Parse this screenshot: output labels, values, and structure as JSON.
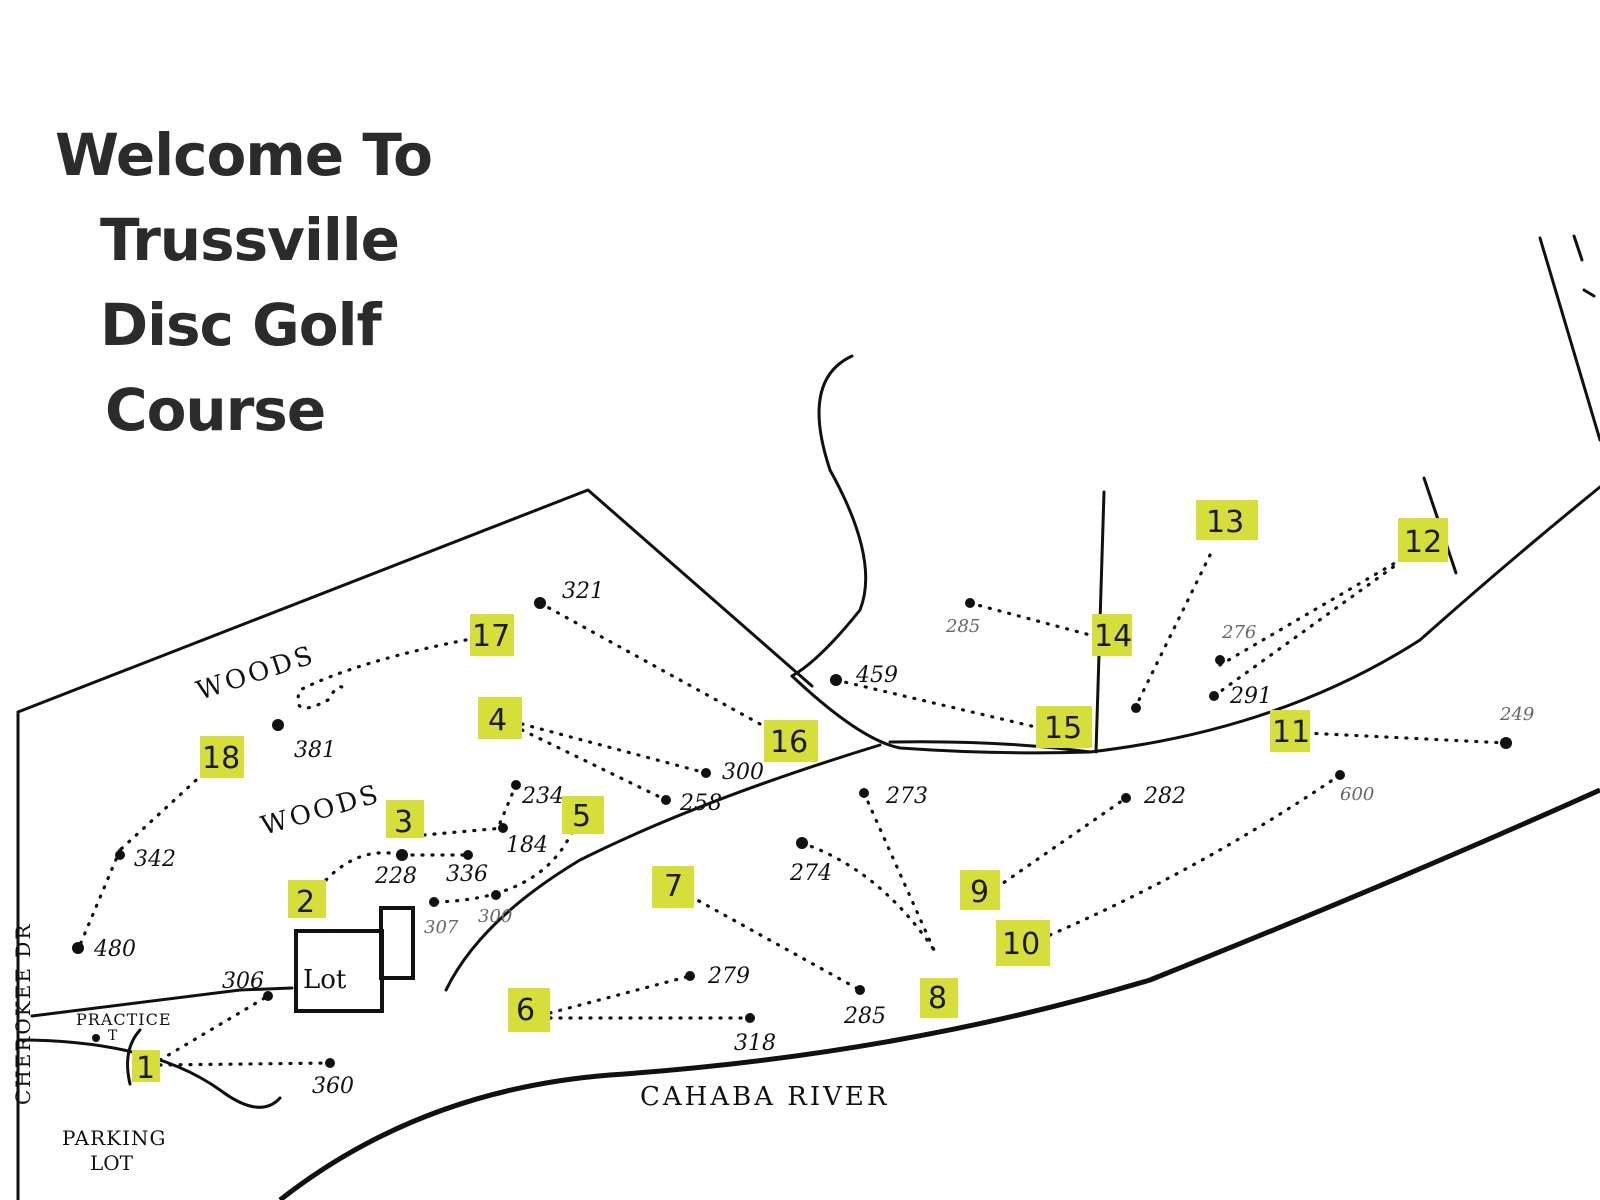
{
  "title": [
    "Welcome To",
    "Trussville",
    "Disc Golf",
    "Course"
  ],
  "labels": {
    "woods_upper": "WOODS",
    "woods_lower": "WOODS",
    "cahaba_river": "CAHABA RIVER",
    "cherokee_dr": "CHEROKEE DR",
    "lot": "Lot",
    "practice": "PRACTICE",
    "practice_t": "T",
    "parking_lot_1": "PARKING",
    "parking_lot_2": "LOT"
  },
  "holes": [
    {
      "number": "1",
      "distances": [
        "306",
        "360"
      ]
    },
    {
      "number": "2",
      "distances": [
        "228"
      ]
    },
    {
      "number": "3",
      "distances": [
        "184"
      ]
    },
    {
      "number": "4",
      "distances": [
        "300"
      ]
    },
    {
      "number": "5",
      "distances": [
        "234"
      ]
    },
    {
      "number": "6",
      "distances": [
        "279",
        "318"
      ]
    },
    {
      "number": "7",
      "distances": [
        "285"
      ]
    },
    {
      "number": "8",
      "distances": [
        "273",
        "274"
      ]
    },
    {
      "number": "9",
      "distances": [
        "282"
      ]
    },
    {
      "number": "10",
      "distances": [
        "600"
      ]
    },
    {
      "number": "11",
      "distances": [
        "249"
      ]
    },
    {
      "number": "12",
      "distances": [
        "276"
      ]
    },
    {
      "number": "13",
      "distances": [
        "291"
      ]
    },
    {
      "number": "14",
      "distances": [
        "285"
      ]
    },
    {
      "number": "15",
      "distances": [
        "459"
      ]
    },
    {
      "number": "16",
      "distances": [
        "321"
      ]
    },
    {
      "number": "17",
      "distances": [
        "381"
      ]
    },
    {
      "number": "18",
      "distances": [
        "342",
        "480"
      ]
    }
  ],
  "extra_distances": {
    "d336": "336",
    "d258": "258",
    "d307": "307",
    "d300b": "300"
  },
  "colors": {
    "tee_highlight": "#d6de3a",
    "ink": "#111111"
  }
}
